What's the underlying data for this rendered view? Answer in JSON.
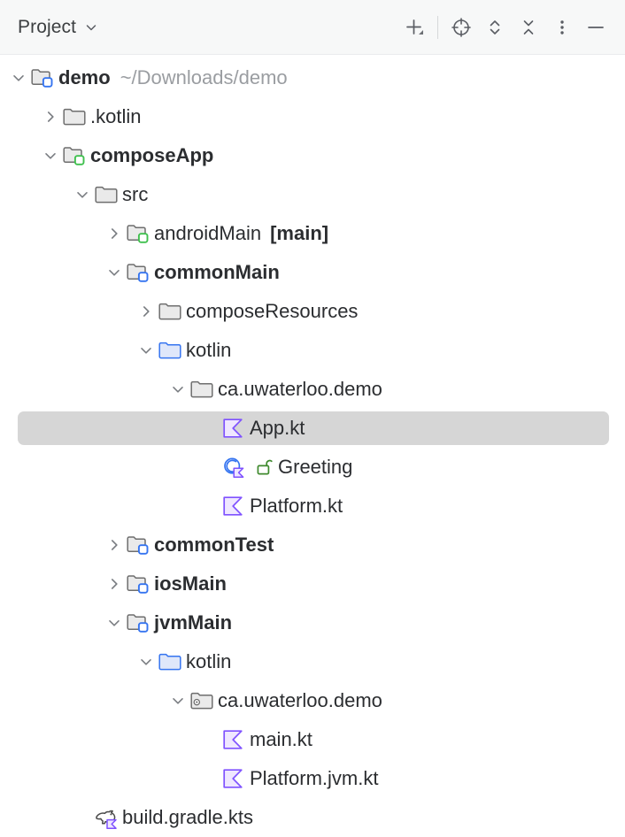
{
  "toolbar": {
    "title": "Project",
    "title_dropdown_icon": "chevron-down-icon",
    "buttons": [
      {
        "name": "add-new-icon",
        "label": "+"
      },
      {
        "name": "select-opened-file-icon",
        "label": ""
      },
      {
        "name": "expand-collapse-icon",
        "label": ""
      },
      {
        "name": "collapse-all-icon",
        "label": ""
      },
      {
        "name": "more-options-icon",
        "label": ""
      },
      {
        "name": "hide-tool-window-icon",
        "label": ""
      }
    ]
  },
  "colors": {
    "selection": "#d6d6d6",
    "header_bg": "#f7f8f8",
    "text": "#2b2d30",
    "muted_text": "#9a9da1",
    "kotlin_purple": "#7f52ff",
    "source_blue": "#3574f0",
    "module_green": "#3fc04e",
    "lock_green": "#3f8a2e",
    "folder_gray": "#e8e8e8",
    "folder_outline": "#6e6e6e"
  },
  "tree": {
    "rows": [
      {
        "depth": 0,
        "twisty": "expanded",
        "icon": "module-folder-blue-icon",
        "label": "demo",
        "bold": true,
        "extra": "~/Downloads/demo",
        "selected": false
      },
      {
        "depth": 1,
        "twisty": "collapsed",
        "icon": "folder-icon",
        "label": ".kotlin",
        "bold": false,
        "extra": "",
        "selected": false
      },
      {
        "depth": 1,
        "twisty": "expanded",
        "icon": "module-folder-green-icon",
        "label": "composeApp",
        "bold": true,
        "extra": "",
        "selected": false
      },
      {
        "depth": 2,
        "twisty": "expanded",
        "icon": "folder-icon",
        "label": "src",
        "bold": false,
        "extra": "",
        "selected": false
      },
      {
        "depth": 3,
        "twisty": "collapsed",
        "icon": "module-folder-green-icon",
        "label": "androidMain",
        "bold": false,
        "extra": "[main]",
        "extra_bold": true,
        "selected": false
      },
      {
        "depth": 3,
        "twisty": "expanded",
        "icon": "module-folder-blue-icon",
        "label": "commonMain",
        "bold": true,
        "extra": "",
        "selected": false
      },
      {
        "depth": 4,
        "twisty": "collapsed",
        "icon": "folder-icon",
        "label": "composeResources",
        "bold": false,
        "extra": "",
        "selected": false
      },
      {
        "depth": 4,
        "twisty": "expanded",
        "icon": "source-root-folder-icon",
        "label": "kotlin",
        "bold": false,
        "extra": "",
        "selected": false
      },
      {
        "depth": 5,
        "twisty": "expanded",
        "icon": "package-folder-icon",
        "label": "ca.uwaterloo.demo",
        "bold": false,
        "extra": "",
        "selected": false
      },
      {
        "depth": 6,
        "twisty": "none",
        "icon": "kotlin-file-icon",
        "label": "App.kt",
        "bold": false,
        "extra": "",
        "selected": true
      },
      {
        "depth": 6,
        "twisty": "none",
        "icon": "kotlin-class-icon",
        "lock": "unlock-icon",
        "label": "Greeting",
        "bold": false,
        "extra": "",
        "selected": false
      },
      {
        "depth": 6,
        "twisty": "none",
        "icon": "kotlin-file-icon",
        "label": "Platform.kt",
        "bold": false,
        "extra": "",
        "selected": false
      },
      {
        "depth": 3,
        "twisty": "collapsed",
        "icon": "module-folder-blue-icon",
        "label": "commonTest",
        "bold": true,
        "extra": "",
        "selected": false
      },
      {
        "depth": 3,
        "twisty": "collapsed",
        "icon": "module-folder-blue-icon",
        "label": "iosMain",
        "bold": true,
        "extra": "",
        "selected": false
      },
      {
        "depth": 3,
        "twisty": "expanded",
        "icon": "module-folder-blue-icon",
        "label": "jvmMain",
        "bold": true,
        "extra": "",
        "selected": false
      },
      {
        "depth": 4,
        "twisty": "expanded",
        "icon": "source-root-folder-icon",
        "label": "kotlin",
        "bold": false,
        "extra": "",
        "selected": false
      },
      {
        "depth": 5,
        "twisty": "expanded",
        "icon": "package-dot-folder-icon",
        "label": "ca.uwaterloo.demo",
        "bold": false,
        "extra": "",
        "selected": false
      },
      {
        "depth": 6,
        "twisty": "none",
        "icon": "kotlin-file-icon",
        "label": "main.kt",
        "bold": false,
        "extra": "",
        "selected": false
      },
      {
        "depth": 6,
        "twisty": "none",
        "icon": "kotlin-file-icon",
        "label": "Platform.jvm.kt",
        "bold": false,
        "extra": "",
        "selected": false
      },
      {
        "depth": 2,
        "twisty": "none",
        "icon": "gradle-kts-file-icon",
        "label": "build.gradle.kts",
        "bold": false,
        "extra": "",
        "selected": false
      }
    ]
  }
}
